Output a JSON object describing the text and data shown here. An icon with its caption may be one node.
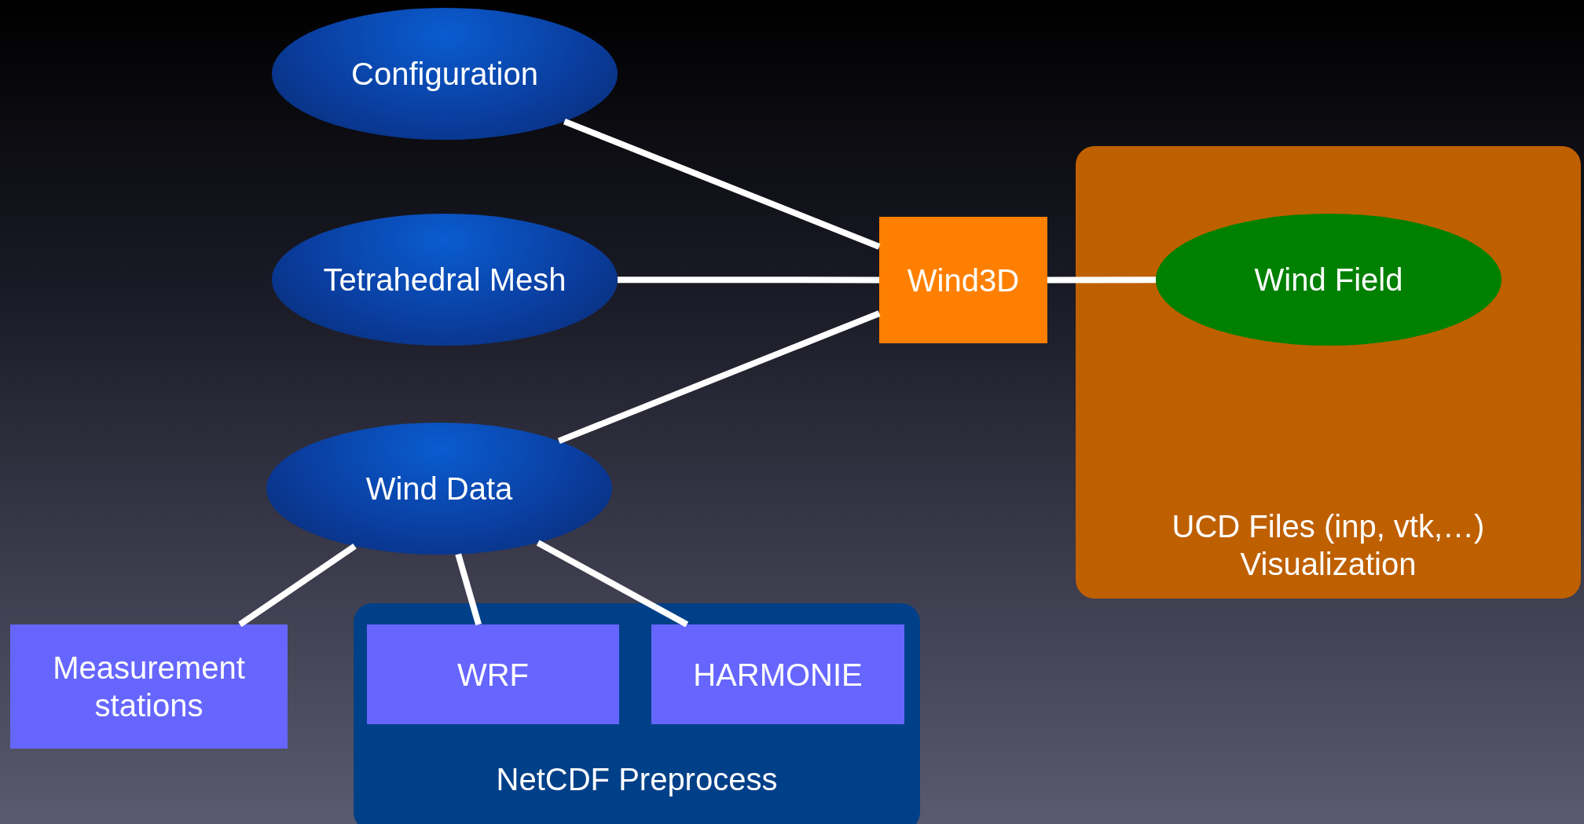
{
  "diagram": {
    "nodes": [
      {
        "text": [
          "Configuration"
        ]
      },
      {
        "text": [
          "Tetrahedral Mesh"
        ]
      },
      {
        "text": [
          "Wind3D"
        ]
      },
      {
        "text": [
          "UCD Files (inp, vtk,…) Visualization"
        ]
      },
      {
        "text": [
          "Wind Field"
        ],
        "in": 3
      },
      {
        "text": [
          "Wind Data"
        ]
      },
      {
        "text": [
          "Measurement stations"
        ]
      },
      {
        "text": [
          "NetCDF Preprocess"
        ]
      },
      {
        "text": [
          "WRF"
        ],
        "in": 7
      },
      {
        "text": [
          "HARMONIE"
        ],
        "in": 7
      }
    ],
    "edges": [
      {
        "from": 0,
        "to": 2,
        "arrow": "none"
      },
      {
        "from": 1,
        "to": 2,
        "arrow": "none"
      },
      {
        "from": 5,
        "to": 2,
        "arrow": "none"
      },
      {
        "from": 2,
        "to": 4,
        "arrow": "none"
      },
      {
        "from": 5,
        "to": 6,
        "arrow": "none"
      },
      {
        "from": 5,
        "to": 8,
        "arrow": "none"
      },
      {
        "from": 5,
        "to": 9,
        "arrow": "none"
      }
    ]
  }
}
